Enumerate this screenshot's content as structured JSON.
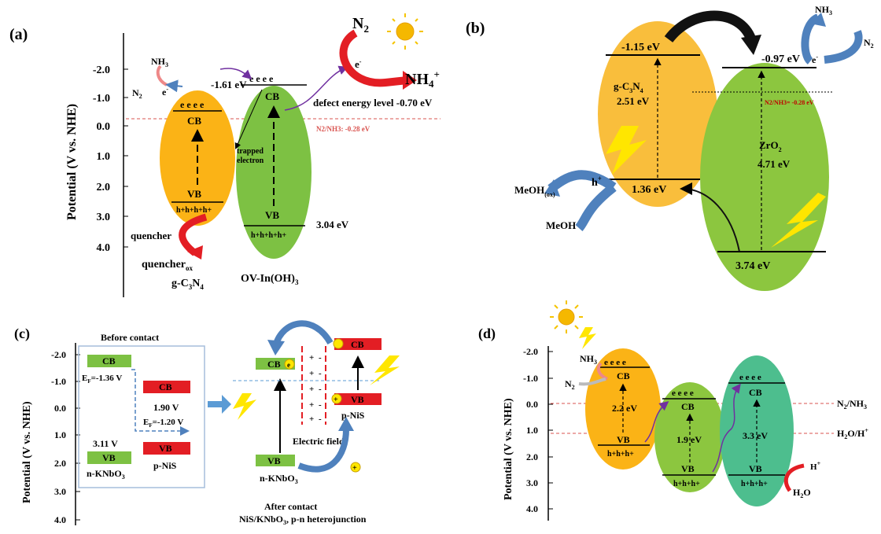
{
  "colors": {
    "orange": "#FBB316",
    "orange_light": "#F9BE3C",
    "green": "#7DC143",
    "green_light": "#8CC63F",
    "teal": "#4DBE8E",
    "red_arrow": "#E31E24",
    "blue_arrow": "#4F81BD",
    "dashed_red": "#D9534F",
    "purple": "#7030A0",
    "yellow": "#FFE600"
  },
  "panel_a": {
    "label": "(a)",
    "y_axis_title": "Potential (V vs. NHE)",
    "y_ticks": [
      "-2.0",
      "-1.0",
      "0.0",
      "1.0",
      "2.0",
      "3.0",
      "4.0"
    ],
    "nh3": "NH3",
    "n2": "N2",
    "e_small": "e-",
    "e_chain": "e e e e",
    "h_chain": "h+h+h+h+",
    "cb": "CB",
    "vb": "VB",
    "cb_level": "-1.61 eV",
    "trapped_label": "trapped",
    "trapped_label2": "electron",
    "defect_text": "defect energy level -0.70 eV",
    "n2_nh3_line": "N2/NH3: -0.28 eV",
    "gap_ov": "3.04 eV",
    "quencher": "quencher",
    "quencher_ox": "quencherox",
    "material_left": "g-C3N4",
    "material_right": "OV-In(OH)3",
    "n2_big": "N2",
    "nh4_big": "NH4+",
    "e_big": "e-"
  },
  "panel_b": {
    "label": "(b)",
    "cb_left": "-1.15 eV",
    "cb_right": "-0.97 eV",
    "material_left": "g-C3N4",
    "gap_left": "2.51 eV",
    "vb_left": "1.36 eV",
    "material_right": "ZrO2",
    "gap_right": "4.71 eV",
    "vb_right": "3.74 eV",
    "n2_nh3": "N2/NH3= -0.28 eV",
    "nh3": "NH3",
    "n2": "N2",
    "e": "e-",
    "h": "h+",
    "meoh_ox": "MeOH(ox)",
    "meoh": "MeOH"
  },
  "panel_c": {
    "label": "(c)",
    "y_axis_title": "Potential (V vs. NHE)",
    "y_ticks": [
      "-2.0",
      "-1.0",
      "0.0",
      "1.0",
      "2.0",
      "3.0",
      "4.0"
    ],
    "before_contact": "Before contact",
    "cb": "CB",
    "vb": "VB",
    "ef_left": "EF=-1.36 V",
    "ef_right": "EF=-1.20 V",
    "gap_nis": "1.90 V",
    "gap_knbo": "3.11 V",
    "n_knbo3": "n-KNbO3",
    "p_nis": "p-NiS",
    "plus": "+",
    "minus": "-",
    "electric_field": "Electric field",
    "e": "e",
    "after_contact": "After contact",
    "heterojunction": "NiS/KNbO3, p-n heterojunction"
  },
  "panel_d": {
    "label": "(d)",
    "y_axis_title": "Potential (V vs. NHE)",
    "y_ticks": [
      "-2.0",
      "-1.0",
      "0.0",
      "1.0",
      "2.0",
      "3.0",
      "4.0"
    ],
    "nh3": "NH3",
    "n2": "N2",
    "cb": "CB",
    "vb": "VB",
    "e_chain": "e e e e",
    "h_chain": "h+h+h+",
    "gap1": "2.2 eV",
    "gap2": "1.9 eV",
    "gap3": "3.3 eV",
    "n2_nh3": "N2/NH3",
    "h2o_h": "H2O/H+",
    "h_plus": "H+",
    "h2o": "H2O"
  }
}
